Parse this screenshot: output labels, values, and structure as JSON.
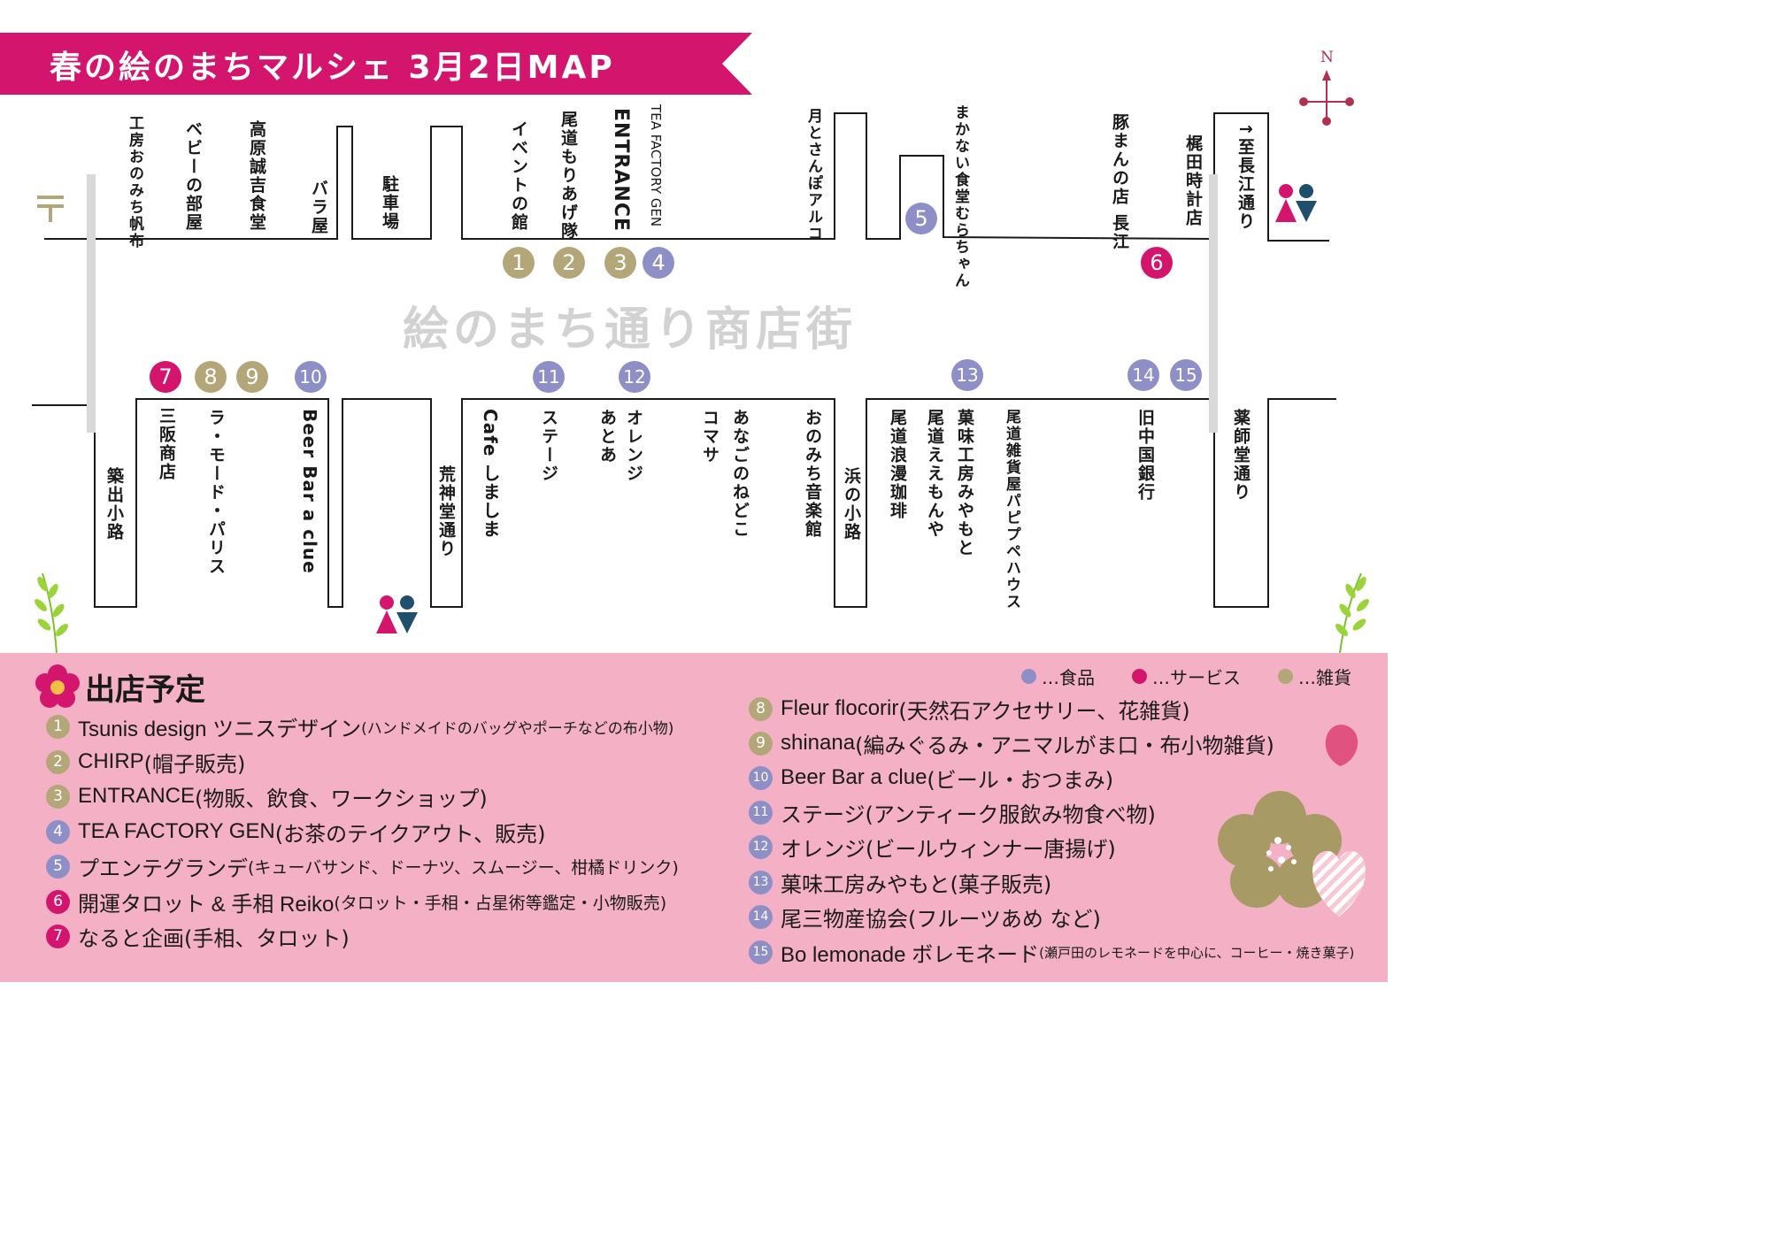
{
  "title": "春の絵のまちマルシェ 3月2日MAP",
  "compass": {
    "label": "N"
  },
  "street_name": "絵のまち通り商店街",
  "north_shops": [
    {
      "name": "工房おのみち帆布"
    },
    {
      "name": "ベビーの部屋"
    },
    {
      "name": "高原誠吉食堂"
    },
    {
      "name": "バラ屋"
    },
    {
      "name": "駐車場"
    },
    {
      "name": "イベントの館"
    },
    {
      "name": "尾道もりあげ隊"
    },
    {
      "name": "ENTRANCE"
    },
    {
      "name": "TEA FACTORY GEN"
    },
    {
      "name": "月とさんぽアルコ"
    },
    {
      "name": "まかない食堂むらちゃん"
    },
    {
      "name": "豚まんの店 長江"
    },
    {
      "name": "梶田時計店"
    },
    {
      "name": "↑至長江通り"
    }
  ],
  "south_shops": [
    {
      "name": "築出小路"
    },
    {
      "name": "三阪商店"
    },
    {
      "name": "ラ・モード・パリス"
    },
    {
      "name": "Beer Bar a clue"
    },
    {
      "name": "荒神堂通り"
    },
    {
      "name": "Cafe しましま"
    },
    {
      "name": "ステージ"
    },
    {
      "name": "あとあ"
    },
    {
      "name": "オレンジ"
    },
    {
      "name": "コマサ"
    },
    {
      "name": "あなごのねどこ"
    },
    {
      "name": "おのみち音楽館"
    },
    {
      "name": "浜の小路"
    },
    {
      "name": "尾道浪漫珈琲"
    },
    {
      "name": "尾道ええもんや"
    },
    {
      "name": "菓味工房みやもと"
    },
    {
      "name": "尾道雑貨屋パピプペハウス"
    },
    {
      "name": "旧中国銀行"
    },
    {
      "name": "薬師堂通り"
    }
  ],
  "pins": [
    {
      "num": "1",
      "cat": "goods"
    },
    {
      "num": "2",
      "cat": "goods"
    },
    {
      "num": "3",
      "cat": "goods"
    },
    {
      "num": "4",
      "cat": "food"
    },
    {
      "num": "5",
      "cat": "food"
    },
    {
      "num": "6",
      "cat": "service"
    },
    {
      "num": "7",
      "cat": "service"
    },
    {
      "num": "8",
      "cat": "goods"
    },
    {
      "num": "9",
      "cat": "goods"
    },
    {
      "num": "10",
      "cat": "food"
    },
    {
      "num": "11",
      "cat": "food"
    },
    {
      "num": "12",
      "cat": "food"
    },
    {
      "num": "13",
      "cat": "food"
    },
    {
      "num": "14",
      "cat": "food"
    },
    {
      "num": "15",
      "cat": "food"
    }
  ],
  "legend": {
    "title": "出店予定",
    "key": [
      {
        "label": "…食品",
        "cat": "food"
      },
      {
        "label": "…サービス",
        "cat": "service"
      },
      {
        "label": "…雑貨",
        "cat": "goods"
      }
    ],
    "entries": [
      {
        "num": "1",
        "cat": "goods",
        "name": "Tsunis design ツニスデザイン",
        "note": "(ハンドメイドのバッグやポーチなどの布小物)"
      },
      {
        "num": "2",
        "cat": "goods",
        "name": "CHIRP",
        "note": "(帽子販売)"
      },
      {
        "num": "3",
        "cat": "goods",
        "name": "ENTRANCE",
        "note": "(物販、飲食、ワークショップ)"
      },
      {
        "num": "4",
        "cat": "food",
        "name": "TEA FACTORY GEN",
        "note": "(お茶のテイクアウト、販売)"
      },
      {
        "num": "5",
        "cat": "food",
        "name": "プエンテグランデ",
        "note": "(キューバサンド、ドーナツ、スムージー、柑橘ドリンク)"
      },
      {
        "num": "6",
        "cat": "service",
        "name": "開運タロット & 手相 Reiko",
        "note": "(タロット・手相・占星術等鑑定・小物販売)"
      },
      {
        "num": "7",
        "cat": "service",
        "name": "なると企画",
        "note": "(手相、タロット)"
      },
      {
        "num": "8",
        "cat": "goods",
        "name": "Fleur flocorir",
        "note": "(天然石アクセサリー、花雑貨)"
      },
      {
        "num": "9",
        "cat": "goods",
        "name": "shinana",
        "note": "(編みぐるみ・アニマルがま口・布小物雑貨)"
      },
      {
        "num": "10",
        "cat": "food",
        "name": "Beer Bar a clue",
        "note": "(ビール・おつまみ)"
      },
      {
        "num": "11",
        "cat": "food",
        "name": "ステージ",
        "note": "(アンティーク服飲み物食べ物)"
      },
      {
        "num": "12",
        "cat": "food",
        "name": "オレンジ",
        "note": "(ビールウィンナー唐揚げ)"
      },
      {
        "num": "13",
        "cat": "food",
        "name": "菓味工房みやもと",
        "note": "(菓子販売)"
      },
      {
        "num": "14",
        "cat": "food",
        "name": "尾三物産協会",
        "note": "(フルーツあめ など)"
      },
      {
        "num": "15",
        "cat": "food",
        "name": "Bo lemonade ボレモネード",
        "note": "(瀬戸田のレモネードを中心に、コーヒー・焼き菓子)"
      }
    ]
  },
  "colors": {
    "food": "#8e8fc7",
    "service": "#d4156d",
    "goods": "#b3a679",
    "banner": "#d4156d",
    "legend_bg": "#f4b0c5"
  }
}
